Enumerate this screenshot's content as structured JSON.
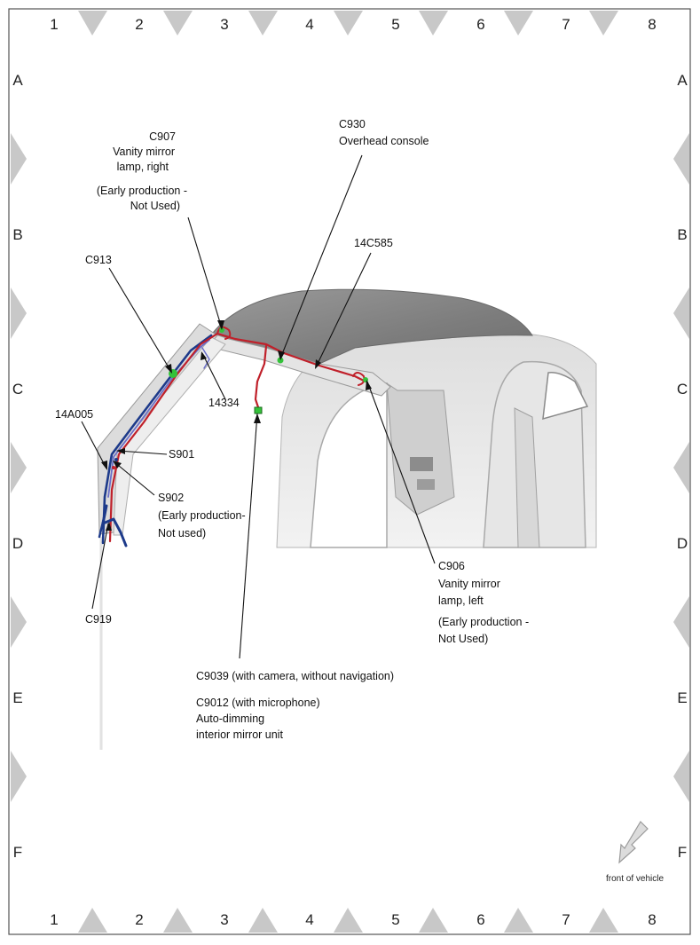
{
  "grid": {
    "columns": [
      "1",
      "2",
      "3",
      "4",
      "5",
      "6",
      "7",
      "8"
    ],
    "rows": [
      "A",
      "B",
      "C",
      "D",
      "E",
      "F"
    ]
  },
  "callouts": {
    "c907": [
      "C907",
      "Vanity mirror",
      "lamp, right",
      "(Early production -",
      "Not Used)"
    ],
    "c930": [
      "C930",
      "Overhead console"
    ],
    "c913": [
      "C913"
    ],
    "c14c585": [
      "14C585"
    ],
    "c14334": [
      "14334"
    ],
    "c14a005": [
      "14A005"
    ],
    "s901": [
      "S901"
    ],
    "s902": [
      "S902",
      "(Early production-",
      "Not used)"
    ],
    "c919": [
      "C919"
    ],
    "c906": [
      "C906",
      "Vanity mirror",
      "lamp, left",
      "(Early production -",
      "Not Used)"
    ],
    "c9039": [
      "C9039  (with camera, without navigation)"
    ],
    "c9012": [
      "C9012  (with microphone)",
      "Auto-dimming",
      "interior mirror unit"
    ]
  },
  "front_of_vehicle": "front of vehicle",
  "colors": {
    "harness_red": "#c0202a",
    "harness_blue": "#1d3a8a",
    "harness_violet": "#6a6fc8",
    "connector_green": "#34c23a",
    "roof_grey": "#8f8f8f",
    "marker_grey": "#c8c8c8"
  }
}
